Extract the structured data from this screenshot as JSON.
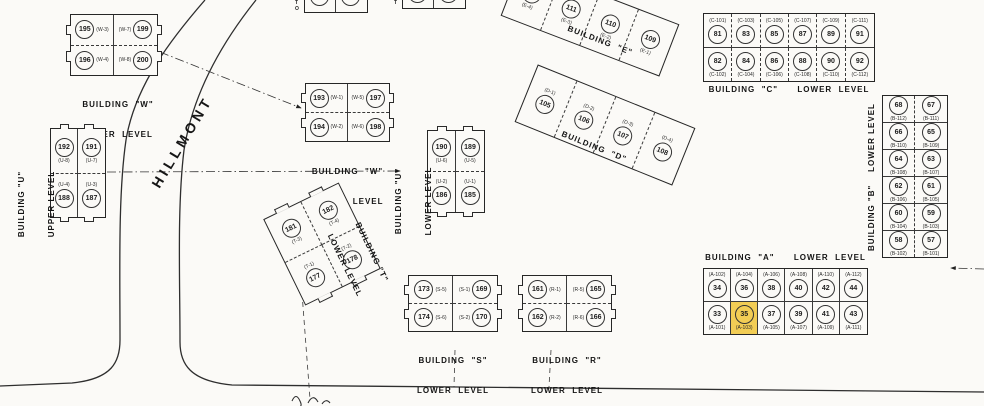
{
  "canvas": {
    "paper_color": "#fbfaf7",
    "ink_color": "#262626",
    "highlight_color": "#f2cd55"
  },
  "street": {
    "name": "HILLMONT"
  },
  "highlighted_unit": {
    "number": "35",
    "code": "(A-103)",
    "building": "A"
  },
  "fragments": {
    "a_label": "T\nO",
    "b_label": "T"
  },
  "buildings": {
    "w_upper": {
      "label1": "BUILDING  \"W\"",
      "label2": "UPPER  LEVEL",
      "units": [
        {
          "n": "195",
          "c": "(W-3)",
          "p": "r"
        },
        {
          "n": "199",
          "c": "(W-7)",
          "p": "l"
        },
        {
          "n": "196",
          "c": "(W-4)",
          "p": "r"
        },
        {
          "n": "200",
          "c": "(W-8)",
          "p": "l"
        }
      ]
    },
    "w_lower": {
      "label1": "BUILDING  \"W\"",
      "label2": "LOWER  LEVEL",
      "units": [
        {
          "n": "193",
          "c": "(W-1)",
          "p": "r"
        },
        {
          "n": "197",
          "c": "(W-5)",
          "p": "l"
        },
        {
          "n": "194",
          "c": "(W-2)",
          "p": "r"
        },
        {
          "n": "198",
          "c": "(W-6)",
          "p": "l"
        }
      ]
    },
    "u_upper": {
      "label1": "BUILDING \"U\"",
      "label2": "UPPER LEVEL",
      "units": [
        {
          "n": "192",
          "c": "(U-8)",
          "p": "b"
        },
        {
          "n": "191",
          "c": "(U-7)",
          "p": "b"
        },
        {
          "n": "188",
          "c": "(U-4)",
          "p": "a"
        },
        {
          "n": "187",
          "c": "(U-3)",
          "p": "a"
        }
      ]
    },
    "u_lower": {
      "label1": "BUILDING \"U\"",
      "label2": "LOWER LEVEL",
      "units": [
        {
          "n": "190",
          "c": "(U-6)",
          "p": "b"
        },
        {
          "n": "189",
          "c": "(U-5)",
          "p": "b"
        },
        {
          "n": "186",
          "c": "(U-2)",
          "p": "a"
        },
        {
          "n": "185",
          "c": "(U-1)",
          "p": "a"
        }
      ]
    },
    "e": {
      "label1": "BUILDING  \"E\"",
      "units": [
        {
          "n": "",
          "c": "(E-4)",
          "p": "b"
        },
        {
          "n": "111",
          "c": "(E-3)",
          "p": "b"
        },
        {
          "n": "110",
          "c": "(E-2)",
          "p": "b"
        },
        {
          "n": "109",
          "c": "(E-1)",
          "p": "b"
        }
      ]
    },
    "d": {
      "label1": "BUILDING  \"D\"",
      "units": [
        {
          "n": "105",
          "c": "(D-1)",
          "p": "a"
        },
        {
          "n": "106",
          "c": "(D-2)",
          "p": "a"
        },
        {
          "n": "107",
          "c": "(D-3)",
          "p": "a"
        },
        {
          "n": "108",
          "c": "(D-4)",
          "p": "a"
        }
      ]
    },
    "c": {
      "label1": "BUILDING  \"C\"      LOWER  LEVEL",
      "units": [
        {
          "n": "81",
          "c": "(C-101)",
          "p": "a"
        },
        {
          "n": "83",
          "c": "(C-103)",
          "p": "a"
        },
        {
          "n": "85",
          "c": "(C-105)",
          "p": "a"
        },
        {
          "n": "87",
          "c": "(C-107)",
          "p": "a"
        },
        {
          "n": "89",
          "c": "(C-109)",
          "p": "a"
        },
        {
          "n": "91",
          "c": "(C-111)",
          "p": "a"
        },
        {
          "n": "82",
          "c": "(C-102)",
          "p": "b"
        },
        {
          "n": "84",
          "c": "(C-104)",
          "p": "b"
        },
        {
          "n": "86",
          "c": "(C-106)",
          "p": "b"
        },
        {
          "n": "88",
          "c": "(C-108)",
          "p": "b"
        },
        {
          "n": "90",
          "c": "(C-110)",
          "p": "b"
        },
        {
          "n": "92",
          "c": "(C-112)",
          "p": "b"
        }
      ]
    },
    "b": {
      "label1": "BUILDING \"B\"    LOWER LEVEL",
      "units": [
        {
          "n": "68",
          "c": "(B-112)",
          "p": "b"
        },
        {
          "n": "67",
          "c": "(B-111)",
          "p": "b"
        },
        {
          "n": "66",
          "c": "(B-110)",
          "p": "b"
        },
        {
          "n": "65",
          "c": "(B-109)",
          "p": "b"
        },
        {
          "n": "64",
          "c": "(B-108)",
          "p": "b"
        },
        {
          "n": "63",
          "c": "(B-107)",
          "p": "b"
        },
        {
          "n": "62",
          "c": "(B-106)",
          "p": "b"
        },
        {
          "n": "61",
          "c": "(B-105)",
          "p": "b"
        },
        {
          "n": "60",
          "c": "(B-104)",
          "p": "b"
        },
        {
          "n": "59",
          "c": "(B-103)",
          "p": "b"
        },
        {
          "n": "58",
          "c": "(B-102)",
          "p": "b"
        },
        {
          "n": "57",
          "c": "(B-101)",
          "p": "b"
        }
      ]
    },
    "a": {
      "label1": "BUILDING  \"A\"      LOWER  LEVEL",
      "units": [
        {
          "n": "34",
          "c": "(A-102)",
          "p": "a"
        },
        {
          "n": "36",
          "c": "(A-104)",
          "p": "a"
        },
        {
          "n": "38",
          "c": "(A-106)",
          "p": "a"
        },
        {
          "n": "40",
          "c": "(A-108)",
          "p": "a"
        },
        {
          "n": "42",
          "c": "(A-110)",
          "p": "a"
        },
        {
          "n": "44",
          "c": "(A-112)",
          "p": "a"
        },
        {
          "n": "33",
          "c": "(A-101)",
          "p": "b"
        },
        {
          "n": "35",
          "c": "(A-103)",
          "p": "b",
          "hl": true
        },
        {
          "n": "37",
          "c": "(A-105)",
          "p": "b"
        },
        {
          "n": "39",
          "c": "(A-107)",
          "p": "b"
        },
        {
          "n": "41",
          "c": "(A-109)",
          "p": "b"
        },
        {
          "n": "43",
          "c": "(A-111)",
          "p": "b"
        }
      ]
    },
    "s": {
      "label1": "BUILDING  \"S\"",
      "label2": "LOWER  LEVEL",
      "units": [
        {
          "n": "173",
          "c": "(S-5)",
          "p": "r"
        },
        {
          "n": "169",
          "c": "(S-1)",
          "p": "l"
        },
        {
          "n": "174",
          "c": "(S-6)",
          "p": "r"
        },
        {
          "n": "170",
          "c": "(S-2)",
          "p": "l"
        }
      ]
    },
    "r": {
      "label1": "BUILDING  \"R\"",
      "label2": "LOWER  LEVEL",
      "units": [
        {
          "n": "161",
          "c": "(R-1)",
          "p": "r"
        },
        {
          "n": "165",
          "c": "(R-5)",
          "p": "l"
        },
        {
          "n": "162",
          "c": "(R-2)",
          "p": "r"
        },
        {
          "n": "166",
          "c": "(R-6)",
          "p": "l"
        }
      ]
    },
    "t": {
      "label1": "BUILDING \"T\"",
      "label2": "LOWER LEVEL",
      "units": [
        {
          "n": "181",
          "c": "(T-3)",
          "p": "b"
        },
        {
          "n": "182",
          "c": "(T-4)",
          "p": "b"
        },
        {
          "n": "177",
          "c": "(T-1)",
          "p": "a"
        },
        {
          "n": "178",
          "c": "(T-2)",
          "p": "a"
        }
      ]
    },
    "frag_a": {
      "units": [
        {
          "n": "",
          "c": ""
        },
        {
          "n": "",
          "c": ""
        }
      ]
    },
    "frag_b": {
      "units": [
        {
          "n": "",
          "c": ""
        },
        {
          "n": "",
          "c": ""
        }
      ]
    }
  }
}
